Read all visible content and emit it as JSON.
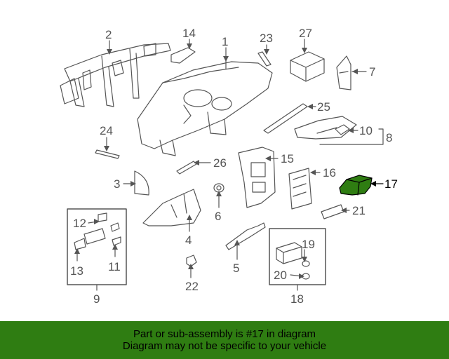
{
  "diagram": {
    "highlight_color": "#2f7d12",
    "labels": {
      "p1": "1",
      "p2": "2",
      "p3": "3",
      "p4": "4",
      "p5": "5",
      "p6": "6",
      "p7": "7",
      "p8": "8",
      "p9": "9",
      "p10": "10",
      "p11": "11",
      "p12": "12",
      "p13": "13",
      "p14": "14",
      "p15": "15",
      "p16": "16",
      "p17": "17",
      "p18": "18",
      "p19": "19",
      "p20": "20",
      "p21": "21",
      "p22": "22",
      "p23": "23",
      "p24": "24",
      "p25": "25",
      "p26": "26",
      "p27": "27"
    }
  },
  "banner": {
    "line1": "Part or sub-assembly is #17 in diagram",
    "line2": "Diagram may not be specific to your vehicle",
    "background": "#2f7d12"
  }
}
